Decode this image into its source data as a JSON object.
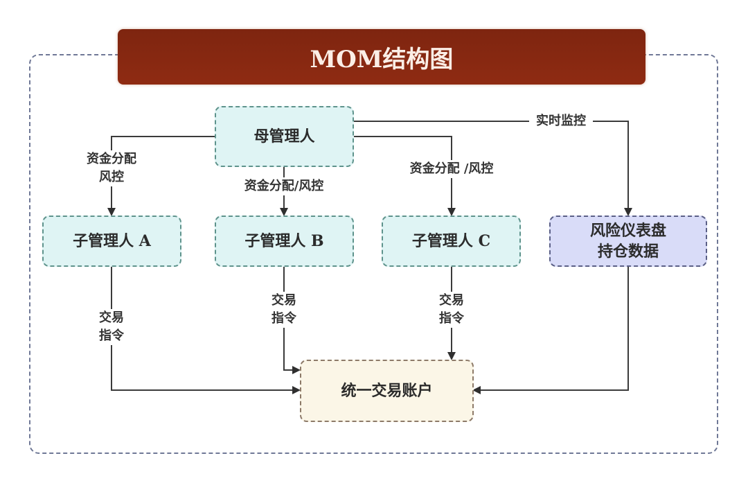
{
  "title": "MOM结构图",
  "nodes": {
    "parent": "母管理人",
    "sub_a": "子管理人 A",
    "sub_b": "子管理人 B",
    "sub_c": "子管理人 C",
    "risk_line1": "风险仪表盘",
    "risk_line2": "持仓数据",
    "account": "统一交易账户"
  },
  "edges": {
    "to_a_line1": "资金分配",
    "to_a_line2": "风控",
    "to_b": "资金分配/风控",
    "to_c": "资金分配 /风控",
    "to_risk": "实时监控",
    "a_to_account_line1": "交易",
    "a_to_account_line2": "指令",
    "b_to_account_line1": "交易",
    "b_to_account_line2": "指令",
    "c_to_account_line1": "交易",
    "c_to_account_line2": "指令"
  },
  "colors": {
    "title_bg": "#8a2a12",
    "manager_fill": "#dff4f4",
    "risk_fill": "#d9dcf8",
    "account_fill": "#fbf6e7",
    "line": "#3a3a3a"
  }
}
